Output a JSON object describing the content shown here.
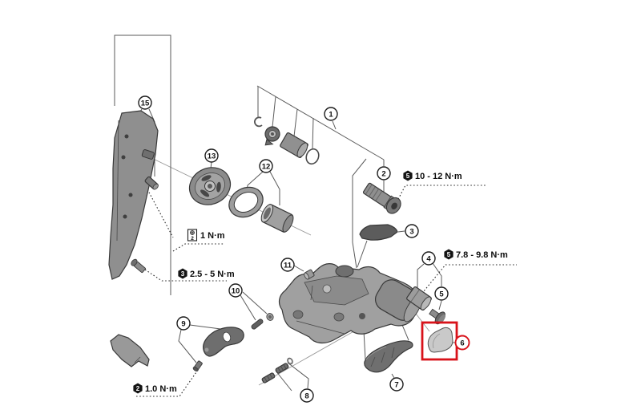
{
  "diagram": {
    "type": "exploded-parts-diagram",
    "subject": "rear derailleur assembly",
    "background": "#ffffff",
    "highlight_color": "#d8121a",
    "line_color": "#383838",
    "highlighted_part_number": "6"
  },
  "part_labels": {
    "p1": "1",
    "p2": "2",
    "p3": "3",
    "p4": "4",
    "p5": "5",
    "p6": "6",
    "p7": "7",
    "p8": "8",
    "p9": "9",
    "p10": "10",
    "p11": "11",
    "p12": "12",
    "p13": "13",
    "p15": "15"
  },
  "torque_notes": {
    "t1": {
      "tool": "hex-wrench",
      "tool_size": "5",
      "value": "10 - 12 N·m"
    },
    "t2": {
      "tool": "hex-wrench",
      "tool_size": "5",
      "value": "7.8 - 9.8 N·m"
    },
    "t3": {
      "tool": "hex-wrench",
      "tool_size": "3",
      "value": "2.5 - 5 N·m"
    },
    "t4": {
      "tool": "hex-wrench",
      "tool_size": "2",
      "value": "1.0 N·m"
    },
    "t5": {
      "tool": "phillips-screwdriver",
      "tool_size": "2",
      "value": "1 N·m"
    }
  }
}
